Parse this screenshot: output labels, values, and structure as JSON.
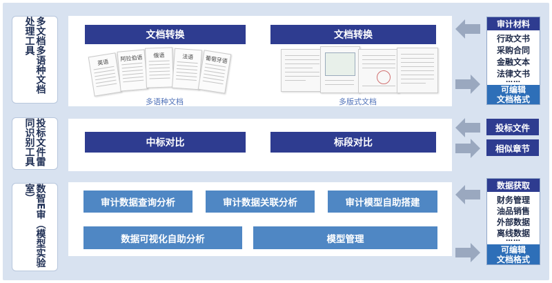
{
  "sections": [
    {
      "label": "多文档多语种文档处理工具"
    },
    {
      "label": "投标文件雷同识别工具"
    },
    {
      "label": "数智E审（模型实验室）"
    }
  ],
  "doc_section": {
    "left_title": "文档转换",
    "right_title": "文档转换",
    "left_caption": "多语种文档",
    "right_caption": "多版式文档",
    "sheet_titles": [
      "英语",
      "阿拉伯语",
      "俄语",
      "法语",
      "葡萄牙语"
    ]
  },
  "bid_section": {
    "left_button": "中标对比",
    "right_button": "标段对比"
  },
  "model_section": {
    "row1": [
      "审计数据查询分析",
      "审计数据关联分析",
      "审计模型自助搭建"
    ],
    "row2": [
      "数据可视化自助分析",
      "模型管理"
    ]
  },
  "right_column": {
    "audit_box": {
      "header": "审计材料",
      "items": [
        "行政文书",
        "采购合同",
        "金融文本",
        "法律文书"
      ],
      "dots": "……",
      "footer_line1": "可编辑",
      "footer_line2": "文档格式"
    },
    "bid_file": "投标文件",
    "similar": "相似章节",
    "data_box": {
      "header": "数据获取",
      "items": [
        "财务管理",
        "油品销售",
        "外部数据",
        "离线数据"
      ],
      "dots": "……",
      "footer_line1": "可编辑",
      "footer_line2": "文档格式"
    }
  },
  "colors": {
    "navy": "#2e3c90",
    "light_blue": "#4f87c4",
    "background": "#d8e2f0",
    "arrow": "#9aa8bf"
  }
}
